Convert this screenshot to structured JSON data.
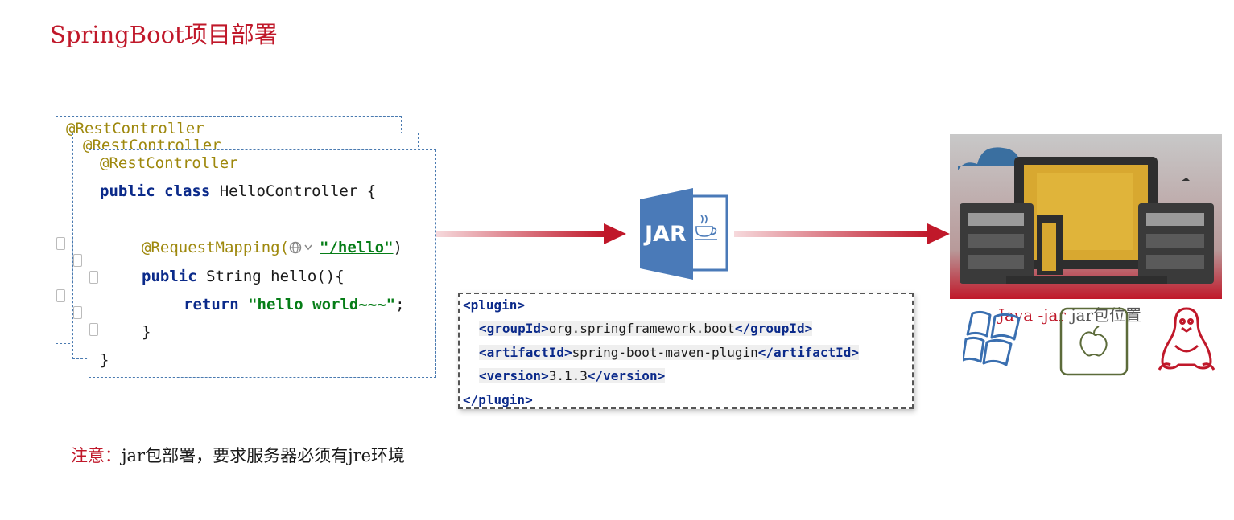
{
  "title": "SpringBoot项目部署",
  "code_back": {
    "annotation": "@RestController"
  },
  "code_front": {
    "annotation": "@RestController",
    "class_kw": "public class",
    "class_name": " HelloController {",
    "mapping": "@RequestMapping(",
    "mapping_url": "\"/hello\"",
    "mapping_close": ")",
    "method_kw": "public",
    "method_sig": " String hello(){",
    "return_kw": "return",
    "return_str": "\"hello world~~~\"",
    "return_end": ";",
    "close_inner": "}",
    "close_outer": "}"
  },
  "jar_label": "JAR",
  "xml": {
    "plugin_open": "<plugin>",
    "group_open": "<groupId>",
    "group_val": "org.springframework.boot",
    "group_close": "</groupId>",
    "artifact_open": "<artifactId>",
    "artifact_val": "spring-boot-maven-plugin",
    "artifact_close": "</artifactId>",
    "version_open": "<version>",
    "version_val": "3.1.3",
    "version_close": "</version>",
    "plugin_close": "</plugin>"
  },
  "caption": {
    "command": "Java -jar",
    "suffix": " jar包位置"
  },
  "note": {
    "label": "注意：",
    "text": "jar包部署，要求服务器必须有jre环境"
  },
  "colors": {
    "accent_red": "#c0182a",
    "jar_blue": "#4a7ab8",
    "windows_blue": "#3a6fb0",
    "mac_green": "#5c6b3a",
    "linux_red": "#c0182a"
  },
  "icons": [
    "jar-file-icon",
    "java-cup-icon",
    "server-illustration",
    "windows-icon",
    "apple-icon",
    "linux-tux-icon"
  ]
}
